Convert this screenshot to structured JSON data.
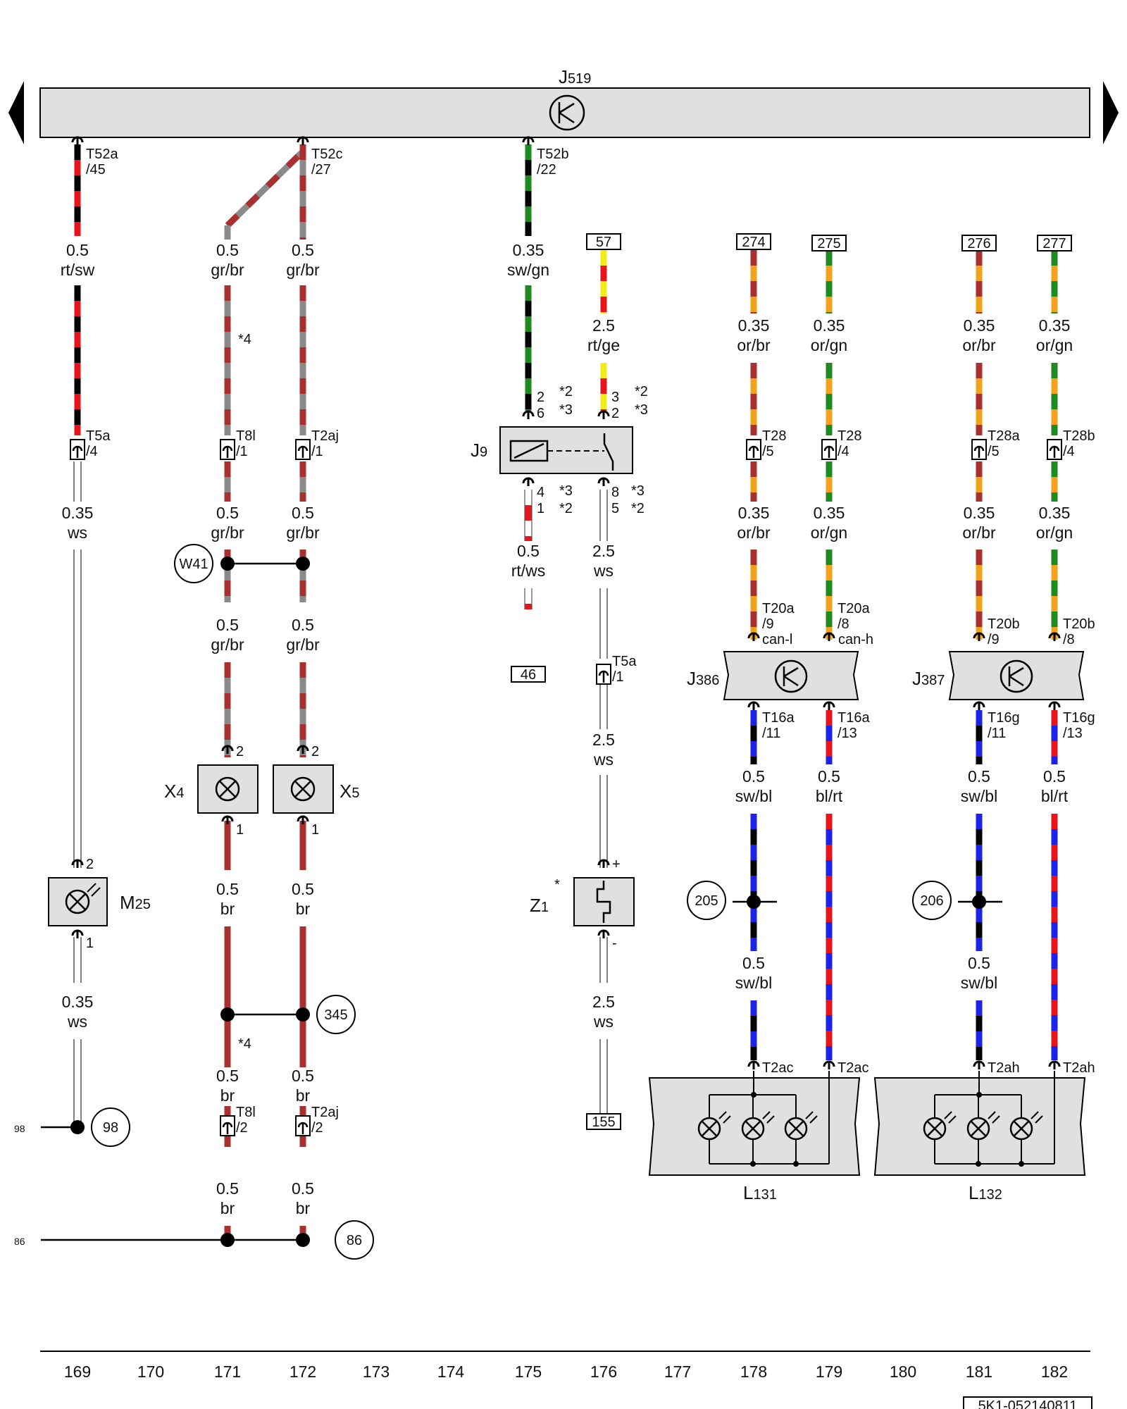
{
  "control_unit": "J519",
  "footer_ref": "5K1-052140811",
  "columns": [
    "169",
    "170",
    "171",
    "172",
    "173",
    "174",
    "175",
    "176",
    "177",
    "178",
    "179",
    "180",
    "181",
    "182"
  ],
  "pins": [
    {
      "id": "pin-t52a",
      "code": "T52a",
      "pin": "/45"
    },
    {
      "id": "pin-t52c",
      "code": "T52c",
      "pin": "/27"
    },
    {
      "id": "pin-t52b",
      "code": "T52b",
      "pin": "/22"
    },
    {
      "id": "pin-t5a-169",
      "code": "T5a",
      "pin": "/4"
    },
    {
      "id": "pin-t8l-171",
      "code": "T8l",
      "pin": "/1"
    },
    {
      "id": "pin-t2aj-172",
      "code": "T2aj",
      "pin": "/1"
    },
    {
      "id": "pin-t28-178",
      "code": "T28",
      "pin": "/5"
    },
    {
      "id": "pin-t28-179",
      "code": "T28",
      "pin": "/4"
    },
    {
      "id": "pin-t28a-181",
      "code": "T28a",
      "pin": "/5"
    },
    {
      "id": "pin-t28b-182",
      "code": "T28b",
      "pin": "/4"
    },
    {
      "id": "pin-t20a-178",
      "code": "T20a",
      "pin": "/9"
    },
    {
      "id": "pin-t20a-179",
      "code": "T20a",
      "pin": "/8"
    },
    {
      "id": "pin-t20b-181",
      "code": "T20b",
      "pin": "/9"
    },
    {
      "id": "pin-t20b-182",
      "code": "T20b",
      "pin": "/8"
    },
    {
      "id": "pin-t5a-176",
      "code": "T5a",
      "pin": "/1"
    },
    {
      "id": "pin-t16a-178",
      "code": "T16a",
      "pin": "/11"
    },
    {
      "id": "pin-t16a-179",
      "code": "T16a",
      "pin": "/13"
    },
    {
      "id": "pin-t16g-181",
      "code": "T16g",
      "pin": "/11"
    },
    {
      "id": "pin-t16g-182",
      "code": "T16g",
      "pin": "/13"
    },
    {
      "id": "pin-t8l-171b",
      "code": "T8l",
      "pin": "/2"
    },
    {
      "id": "pin-t2aj-172b",
      "code": "T2aj",
      "pin": "/2"
    },
    {
      "id": "pin-t2ac-178",
      "code": "T2ac",
      "pin": ""
    },
    {
      "id": "pin-t2ac-179",
      "code": "T2ac",
      "pin": ""
    },
    {
      "id": "pin-t2ah-181",
      "code": "T2ah",
      "pin": ""
    },
    {
      "id": "pin-t2ah-182",
      "code": "T2ah",
      "pin": ""
    }
  ],
  "wire_labels": [
    {
      "id": "w169a",
      "size": "0.5",
      "color": "rt/sw"
    },
    {
      "id": "w171a",
      "size": "0.5",
      "color": "gr/br"
    },
    {
      "id": "w172a",
      "size": "0.5",
      "color": "gr/br"
    },
    {
      "id": "w175a",
      "size": "0.35",
      "color": "sw/gn"
    },
    {
      "id": "w176a",
      "size": "2.5",
      "color": "rt/ge"
    },
    {
      "id": "w178a",
      "size": "0.35",
      "color": "or/br"
    },
    {
      "id": "w179a",
      "size": "0.35",
      "color": "or/gn"
    },
    {
      "id": "w181a",
      "size": "0.35",
      "color": "or/br"
    },
    {
      "id": "w182a",
      "size": "0.35",
      "color": "or/gn"
    },
    {
      "id": "w169b",
      "size": "0.35",
      "color": "ws"
    },
    {
      "id": "w171b",
      "size": "0.5",
      "color": "gr/br"
    },
    {
      "id": "w172b",
      "size": "0.5",
      "color": "gr/br"
    },
    {
      "id": "w178b",
      "size": "0.35",
      "color": "or/br"
    },
    {
      "id": "w179b",
      "size": "0.35",
      "color": "or/gn"
    },
    {
      "id": "w181b",
      "size": "0.35",
      "color": "or/br"
    },
    {
      "id": "w182b",
      "size": "0.35",
      "color": "or/gn"
    },
    {
      "id": "w175b",
      "size": "0.5",
      "color": "rt/ws"
    },
    {
      "id": "w176b",
      "size": "2.5",
      "color": "ws"
    },
    {
      "id": "w171c",
      "size": "0.5",
      "color": "gr/br"
    },
    {
      "id": "w172c",
      "size": "0.5",
      "color": "gr/br"
    },
    {
      "id": "w176c",
      "size": "2.5",
      "color": "ws"
    },
    {
      "id": "w178c",
      "size": "0.5",
      "color": "sw/bl"
    },
    {
      "id": "w179c",
      "size": "0.5",
      "color": "bl/rt"
    },
    {
      "id": "w181c",
      "size": "0.5",
      "color": "sw/bl"
    },
    {
      "id": "w182c",
      "size": "0.5",
      "color": "bl/rt"
    },
    {
      "id": "w171d",
      "size": "0.5",
      "color": "br"
    },
    {
      "id": "w172d",
      "size": "0.5",
      "color": "br"
    },
    {
      "id": "w178d",
      "size": "0.5",
      "color": "sw/bl"
    },
    {
      "id": "w181d",
      "size": "0.5",
      "color": "sw/bl"
    },
    {
      "id": "w169c",
      "size": "0.35",
      "color": "ws"
    },
    {
      "id": "w176d",
      "size": "2.5",
      "color": "ws"
    },
    {
      "id": "w171e",
      "size": "0.5",
      "color": "br"
    },
    {
      "id": "w172e",
      "size": "0.5",
      "color": "br"
    },
    {
      "id": "w171f",
      "size": "0.5",
      "color": "br"
    },
    {
      "id": "w172f",
      "size": "0.5",
      "color": "br"
    }
  ],
  "ref_boxes": [
    "57",
    "274",
    "275",
    "276",
    "277",
    "46",
    "155"
  ],
  "circle_refs": [
    "W41",
    "205",
    "206",
    "345",
    "98",
    "86"
  ],
  "side_refs": [
    "98",
    "86"
  ],
  "notes": {
    "n4a": "*4",
    "n4b": "*4",
    "j9_in_left_top": "2",
    "j9_in_left_bot": "6",
    "j9_in_left_n2": "*2",
    "j9_in_left_n3": "*3",
    "j9_in_right_top": "3",
    "j9_in_right_bot": "2",
    "j9_in_right_n2": "*2",
    "j9_in_right_n3": "*3",
    "j9_out_left_top": "4",
    "j9_out_left_bot": "1",
    "j9_out_left_n3": "*3",
    "j9_out_left_n2": "*2",
    "j9_out_right_top": "8",
    "j9_out_right_bot": "5",
    "j9_out_right_n3": "*3",
    "j9_out_right_n2": "*2",
    "can_l": "can-l",
    "can_h": "can-h",
    "x4_pin_top": "2",
    "x4_pin_bot": "1",
    "x5_pin_top": "2",
    "x5_pin_bot": "1",
    "m25_pin_top": "2",
    "m25_pin_bot": "1",
    "z1_plus": "+",
    "z1_minus": "-",
    "z1_star": "*"
  },
  "components": {
    "J9": {
      "letter": "J",
      "sub": "9"
    },
    "X4": {
      "letter": "X",
      "sub": "4"
    },
    "X5": {
      "letter": "X",
      "sub": "5"
    },
    "M25": {
      "letter": "M",
      "sub": "25"
    },
    "Z1": {
      "letter": "Z",
      "sub": "1"
    },
    "J386": {
      "letter": "J",
      "sub": "386"
    },
    "J387": {
      "letter": "J",
      "sub": "387"
    },
    "L131": {
      "letter": "L",
      "sub": "131"
    },
    "L132": {
      "letter": "L",
      "sub": "132"
    }
  },
  "wire_colors": {
    "rt": "#e8141c",
    "sw": "#000000",
    "gr": "#8a8a8a",
    "br": "#a8302f",
    "gn": "#1f8a1f",
    "ge": "#f2ec1a",
    "or": "#f2a31b",
    "bl": "#1c22e8",
    "ws": "#ffffff"
  },
  "box_fill": "#e0e0e0"
}
